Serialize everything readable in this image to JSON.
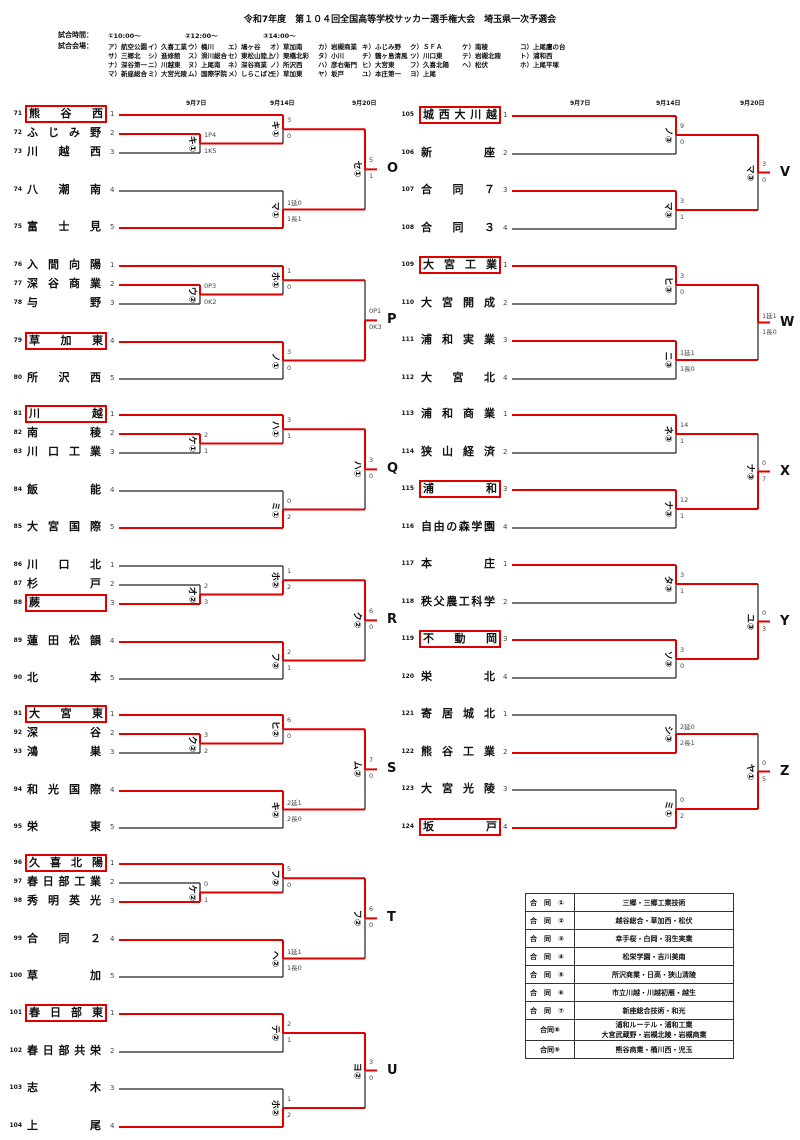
{
  "title": "令和7年度　第１０４回全国高等学校サッカー選手権大会　埼玉県一次予選会",
  "times": {
    "label": "試合時間：",
    "items": [
      "①10:00～",
      "②12:00～",
      "③14:00～"
    ]
  },
  "venues": {
    "label": "試合会場：",
    "rows": [
      [
        "ア）航空公園",
        "イ）久喜工業",
        "ウ）桶川",
        "エ）鳩ヶ谷",
        "オ）草加南",
        "カ）岩槻商業",
        "キ）ふじみ野",
        "ク）ＳＦＡ",
        "ケ）南稜",
        "コ）上尾鷹の台"
      ],
      [
        "サ）三郷北",
        "シ）進修館",
        "ス）滑川総合",
        "セ）東松山陸上",
        "ソ）栗橋北彩",
        "タ）小川",
        "チ）鶴ヶ島清風",
        "ツ）川口東",
        "テ）岩槻北陵",
        "ト）浦和西"
      ],
      [
        "ナ）深谷第一",
        "ニ）川越東",
        "ヌ）上尾南",
        "ネ）深谷商業",
        "ノ）所沢西",
        "ハ）彦右衛門",
        "ヒ）大宮東",
        "フ）久喜北陽",
        "ヘ）松伏",
        "ホ）上尾平塚"
      ],
      [
        "マ）新座総合",
        "ミ）大宮光陵",
        "ム）国際学院",
        "メ）しらこばと",
        "モ）草加東",
        "ヤ）坂戸",
        "ユ）本庄第一",
        "ヨ）上尾"
      ]
    ]
  },
  "dates": [
    "9月7日",
    "9月14日",
    "9月20日"
  ],
  "colors": {
    "win": "#e00000",
    "line": "#222222"
  },
  "left_blocks": [
    {
      "letter": "O",
      "teams": [
        {
          "no": "71",
          "name": "熊谷西",
          "slot": "1",
          "boxed": true
        },
        {
          "no": "72",
          "name": "ふじみ野",
          "slot": "2"
        },
        {
          "no": "73",
          "name": "川越西",
          "slot": "3"
        },
        {
          "no": "74",
          "name": "八潮南",
          "slot": "4"
        },
        {
          "no": "75",
          "name": "富士見",
          "slot": "5"
        }
      ],
      "matches": [
        {
          "round": 1,
          "a": "t1",
          "b": "t2",
          "venue": "キ",
          "time": "①",
          "sa": "1P4",
          "sb": "1K5",
          "winner": "a"
        },
        {
          "round": 2,
          "a": "t0",
          "b": "m0",
          "venue": "キ",
          "time": "①",
          "sa": "3",
          "sb": "0",
          "winner": "a"
        },
        {
          "round": 2,
          "a": "t3",
          "b": "t4",
          "venue": "マ",
          "time": "①",
          "sa": "1延0",
          "sb": "1長1",
          "winner": "b"
        },
        {
          "round": 3,
          "a": "m1",
          "b": "m2",
          "venue": "セ",
          "time": "①",
          "sa": "5",
          "sb": "1",
          "winner": "a"
        }
      ]
    },
    {
      "letter": "P",
      "teams": [
        {
          "no": "76",
          "name": "入間向陽",
          "slot": "1"
        },
        {
          "no": "77",
          "name": "深谷商業",
          "slot": "2"
        },
        {
          "no": "78",
          "name": "与野",
          "slot": "3"
        },
        {
          "no": "79",
          "name": "草加東",
          "slot": "4",
          "boxed": true
        },
        {
          "no": "80",
          "name": "所沢西",
          "slot": "5"
        }
      ],
      "matches": [
        {
          "round": 1,
          "a": "t1",
          "b": "t2",
          "venue": "ウ",
          "time": "②",
          "sa": "0P3",
          "sb": "0K2",
          "winner": "a"
        },
        {
          "round": 2,
          "a": "t0",
          "b": "m0",
          "venue": "ホ",
          "time": "①",
          "sa": "1",
          "sb": "0",
          "winner": "a"
        },
        {
          "round": 2,
          "a": "t3",
          "b": "t4",
          "venue": "ノ",
          "time": "①",
          "sa": "3",
          "sb": "0",
          "winner": "a"
        },
        {
          "round": 3,
          "a": "m1",
          "b": "m2",
          "venue": "",
          "time": "",
          "sa": "0P1",
          "sb": "0K3",
          "winner": "b"
        }
      ]
    },
    {
      "letter": "Q",
      "teams": [
        {
          "no": "81",
          "name": "川越",
          "slot": "1",
          "boxed": true
        },
        {
          "no": "82",
          "name": "南稜",
          "slot": "2"
        },
        {
          "no": "83",
          "name": "川口工業",
          "slot": "3"
        },
        {
          "no": "84",
          "name": "飯能",
          "slot": "4"
        },
        {
          "no": "85",
          "name": "大宮国際",
          "slot": "5"
        }
      ],
      "matches": [
        {
          "round": 1,
          "a": "t1",
          "b": "t2",
          "venue": "ケ",
          "time": "①",
          "sa": "2",
          "sb": "1",
          "winner": "a"
        },
        {
          "round": 2,
          "a": "t0",
          "b": "m0",
          "venue": "ハ",
          "time": "①",
          "sa": "3",
          "sb": "1",
          "winner": "a"
        },
        {
          "round": 2,
          "a": "t3",
          "b": "t4",
          "venue": "ミ",
          "time": "①",
          "sa": "0",
          "sb": "2",
          "winner": "b"
        },
        {
          "round": 3,
          "a": "m1",
          "b": "m2",
          "venue": "ハ",
          "time": "①",
          "sa": "3",
          "sb": "0",
          "winner": "a"
        }
      ]
    },
    {
      "letter": "R",
      "teams": [
        {
          "no": "86",
          "name": "川口北",
          "slot": "1"
        },
        {
          "no": "87",
          "name": "杉戸",
          "slot": "2"
        },
        {
          "no": "88",
          "name": "蕨",
          "slot": "3",
          "boxed": true
        },
        {
          "no": "89",
          "name": "蓮田松韻",
          "slot": "4"
        },
        {
          "no": "90",
          "name": "北本",
          "slot": "5"
        }
      ],
      "matches": [
        {
          "round": 1,
          "a": "t1",
          "b": "t2",
          "venue": "オ",
          "time": "②",
          "sa": "2",
          "sb": "3",
          "winner": "b"
        },
        {
          "round": 2,
          "a": "t0",
          "b": "m0",
          "venue": "ホ",
          "time": "②",
          "sa": "1",
          "sb": "2",
          "winner": "b"
        },
        {
          "round": 2,
          "a": "t3",
          "b": "t4",
          "venue": "フ",
          "time": "②",
          "sa": "2",
          "sb": "1",
          "winner": "a"
        },
        {
          "round": 3,
          "a": "m1",
          "b": "m2",
          "venue": "ク",
          "time": "②",
          "sa": "6",
          "sb": "0",
          "winner": "a"
        }
      ]
    },
    {
      "letter": "S",
      "teams": [
        {
          "no": "91",
          "name": "大宮東",
          "slot": "1",
          "boxed": true
        },
        {
          "no": "92",
          "name": "深谷",
          "slot": "2"
        },
        {
          "no": "93",
          "name": "鴻巣",
          "slot": "3"
        },
        {
          "no": "94",
          "name": "和光国際",
          "slot": "4"
        },
        {
          "no": "95",
          "name": "栄東",
          "slot": "5"
        }
      ],
      "matches": [
        {
          "round": 1,
          "a": "t1",
          "b": "t2",
          "venue": "ク",
          "time": "②",
          "sa": "3",
          "sb": "2",
          "winner": "a"
        },
        {
          "round": 2,
          "a": "t0",
          "b": "m0",
          "venue": "ヒ",
          "time": "②",
          "sa": "6",
          "sb": "0",
          "winner": "a"
        },
        {
          "round": 2,
          "a": "t3",
          "b": "t4",
          "venue": "キ",
          "time": "②",
          "sa": "2延1",
          "sb": "2長0",
          "winner": "a"
        },
        {
          "round": 3,
          "a": "m1",
          "b": "m2",
          "venue": "ム",
          "time": "②",
          "sa": "7",
          "sb": "0",
          "winner": "a"
        }
      ]
    },
    {
      "letter": "T",
      "teams": [
        {
          "no": "96",
          "name": "久喜北陽",
          "slot": "1",
          "boxed": true
        },
        {
          "no": "97",
          "name": "春日部工業",
          "slot": "2"
        },
        {
          "no": "98",
          "name": "秀明英光",
          "slot": "3"
        },
        {
          "no": "99",
          "name": "合同２",
          "slot": "4"
        },
        {
          "no": "100",
          "name": "草加",
          "slot": "5"
        }
      ],
      "matches": [
        {
          "round": 1,
          "a": "t1",
          "b": "t2",
          "venue": "ケ",
          "time": "②",
          "sa": "0",
          "sb": "1",
          "winner": "b"
        },
        {
          "round": 2,
          "a": "t0",
          "b": "m0",
          "venue": "フ",
          "time": "②",
          "sa": "5",
          "sb": "0",
          "winner": "a"
        },
        {
          "round": 2,
          "a": "t3",
          "b": "t4",
          "venue": "ヘ",
          "time": "②",
          "sa": "1延1",
          "sb": "1長0",
          "winner": "a"
        },
        {
          "round": 3,
          "a": "m1",
          "b": "m2",
          "venue": "フ",
          "time": "②",
          "sa": "6",
          "sb": "0",
          "winner": "a"
        }
      ]
    },
    {
      "letter": "U",
      "teams": [
        {
          "no": "101",
          "name": "春日部東",
          "slot": "1",
          "boxed": true
        },
        {
          "no": "102",
          "name": "春日部共栄",
          "slot": "2"
        },
        {
          "no": "103",
          "name": "志木",
          "slot": "3"
        },
        {
          "no": "104",
          "name": "上尾",
          "slot": "4"
        }
      ],
      "matches": [
        {
          "round": 2,
          "a": "t0",
          "b": "t1",
          "venue": "テ",
          "time": "②",
          "sa": "2",
          "sb": "1",
          "winner": "a"
        },
        {
          "round": 2,
          "a": "t2",
          "b": "t3",
          "venue": "ホ",
          "time": "②",
          "sa": "1",
          "sb": "2",
          "winner": "b"
        },
        {
          "round": 3,
          "a": "m0",
          "b": "m1",
          "venue": "ヨ",
          "time": "②",
          "sa": "3",
          "sb": "0",
          "winner": "a"
        }
      ]
    }
  ],
  "right_blocks": [
    {
      "letter": "V",
      "teams": [
        {
          "no": "105",
          "name": "城西大川越",
          "slot": "1",
          "boxed": true
        },
        {
          "no": "106",
          "name": "新座",
          "slot": "2"
        },
        {
          "no": "107",
          "name": "合同７",
          "slot": "3"
        },
        {
          "no": "108",
          "name": "合同３",
          "slot": "4"
        }
      ],
      "matches": [
        {
          "round": 2,
          "a": "t0",
          "b": "t1",
          "venue": "ノ",
          "time": "③",
          "sa": "9",
          "sb": "0",
          "winner": "a"
        },
        {
          "round": 2,
          "a": "t2",
          "b": "t3",
          "venue": "マ",
          "time": "③",
          "sa": "3",
          "sb": "1",
          "winner": "a"
        },
        {
          "round": 3,
          "a": "m0",
          "b": "m1",
          "venue": "マ",
          "time": "③",
          "sa": "3",
          "sb": "0",
          "winner": "a"
        }
      ]
    },
    {
      "letter": "W",
      "teams": [
        {
          "no": "109",
          "name": "大宮工業",
          "slot": "1",
          "boxed": true
        },
        {
          "no": "110",
          "name": "大宮開成",
          "slot": "2"
        },
        {
          "no": "111",
          "name": "浦和実業",
          "slot": "3"
        },
        {
          "no": "112",
          "name": "大宮北",
          "slot": "4"
        }
      ],
      "matches": [
        {
          "round": 2,
          "a": "t0",
          "b": "t1",
          "venue": "ヒ",
          "time": "③",
          "sa": "3",
          "sb": "0",
          "winner": "a"
        },
        {
          "round": 2,
          "a": "t2",
          "b": "t3",
          "venue": "ニ",
          "time": "③",
          "sa": "1延1",
          "sb": "1長0",
          "winner": "a"
        },
        {
          "round": 3,
          "a": "m0",
          "b": "m1",
          "venue": "",
          "time": "",
          "sa": "1延1",
          "sb": "1長0",
          "winner": "a"
        }
      ]
    },
    {
      "letter": "X",
      "teams": [
        {
          "no": "113",
          "name": "浦和商業",
          "slot": "1"
        },
        {
          "no": "114",
          "name": "狭山経済",
          "slot": "2"
        },
        {
          "no": "115",
          "name": "浦和",
          "slot": "3",
          "boxed": true
        },
        {
          "no": "116",
          "name": "自由の森学園",
          "slot": "4"
        }
      ],
      "matches": [
        {
          "round": 2,
          "a": "t0",
          "b": "t1",
          "venue": "ネ",
          "time": "③",
          "sa": "14",
          "sb": "1",
          "winner": "a"
        },
        {
          "round": 2,
          "a": "t2",
          "b": "t3",
          "venue": "ナ",
          "time": "③",
          "sa": "12",
          "sb": "1",
          "winner": "a"
        },
        {
          "round": 3,
          "a": "m0",
          "b": "m1",
          "venue": "ナ",
          "time": "③",
          "sa": "0",
          "sb": "7",
          "winner": "b"
        }
      ]
    },
    {
      "letter": "Y",
      "teams": [
        {
          "no": "117",
          "name": "本庄",
          "slot": "1"
        },
        {
          "no": "118",
          "name": "秩父農工科学",
          "slot": "2"
        },
        {
          "no": "119",
          "name": "不動岡",
          "slot": "3",
          "boxed": true
        },
        {
          "no": "120",
          "name": "栄北",
          "slot": "4"
        }
      ],
      "matches": [
        {
          "round": 2,
          "a": "t0",
          "b": "t1",
          "venue": "タ",
          "time": "③",
          "sa": "3",
          "sb": "1",
          "winner": "a"
        },
        {
          "round": 2,
          "a": "t2",
          "b": "t3",
          "venue": "ソ",
          "time": "③",
          "sa": "3",
          "sb": "0",
          "winner": "a"
        },
        {
          "round": 3,
          "a": "m0",
          "b": "m1",
          "venue": "ユ",
          "time": "③",
          "sa": "0",
          "sb": "3",
          "winner": "b"
        }
      ]
    },
    {
      "letter": "Z",
      "teams": [
        {
          "no": "121",
          "name": "寄居城北",
          "slot": "1"
        },
        {
          "no": "122",
          "name": "熊谷工業",
          "slot": "2"
        },
        {
          "no": "123",
          "name": "大宮光陵",
          "slot": "3"
        },
        {
          "no": "124",
          "name": "坂戸",
          "slot": "4",
          "boxed": true
        }
      ],
      "matches": [
        {
          "round": 2,
          "a": "t0",
          "b": "t1",
          "venue": "シ",
          "time": "③",
          "sa": "2延0",
          "sb": "2長1",
          "winner": "b"
        },
        {
          "round": 2,
          "a": "t2",
          "b": "t3",
          "venue": "ミ",
          "time": "①",
          "sa": "0",
          "sb": "2",
          "winner": "b"
        },
        {
          "round": 3,
          "a": "m0",
          "b": "m1",
          "venue": "ヤ",
          "time": "①",
          "sa": "0",
          "sb": "5",
          "winner": "b"
        }
      ]
    }
  ],
  "legend": [
    {
      "key": "合　同　①",
      "value": "三郷・三郷工業技術"
    },
    {
      "key": "合　同　②",
      "value": "越谷総合・草加西・松伏"
    },
    {
      "key": "合　同　③",
      "value": "幸手桜・白岡・羽生実業"
    },
    {
      "key": "合　同　④",
      "value": "松栄学園・吉川美南"
    },
    {
      "key": "合　同　⑤",
      "value": "所沢商業・日高・狭山清陵"
    },
    {
      "key": "合　同　⑥",
      "value": "市立川越・川越初雁・越生"
    },
    {
      "key": "合　同　⑦",
      "value": "新座総合技術・和光"
    },
    {
      "key": "合同⑧",
      "value": "浦和ルーテル・浦和工業\n大宮武蔵野・岩槻北陵・岩槻商業"
    },
    {
      "key": "合同⑨",
      "value": "熊谷商業・桶川西・児玉"
    }
  ]
}
